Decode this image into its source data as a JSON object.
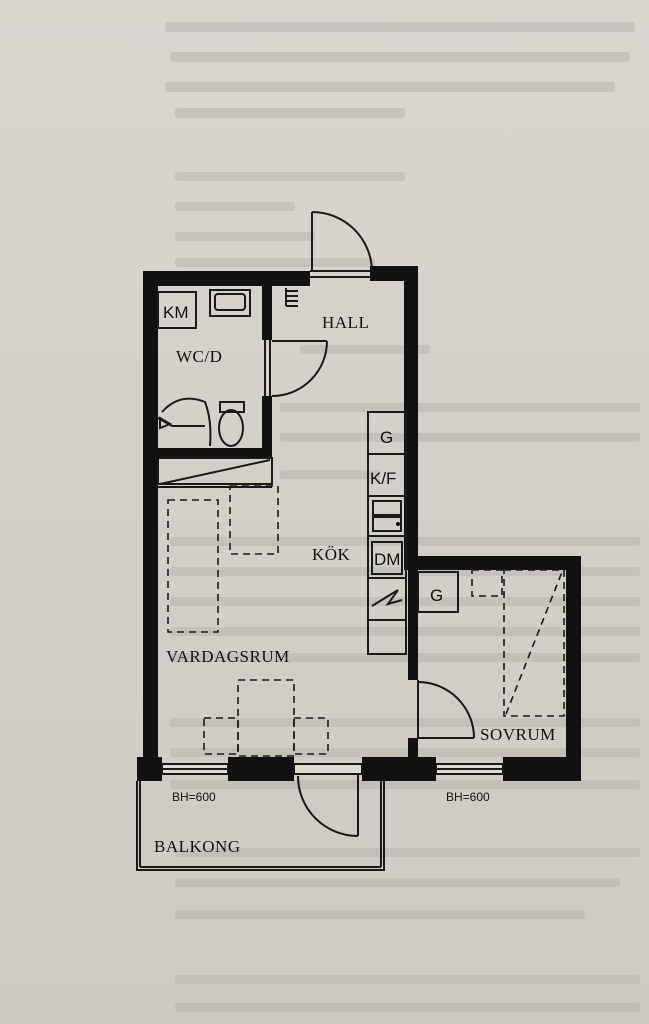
{
  "rooms": {
    "hall": "HALL",
    "wc": "WC/D",
    "kok": "KÖK",
    "vardagsrum": "VARDAGSRUM",
    "sovrum": "SOVRUM",
    "balkong": "BALKONG"
  },
  "appliances": {
    "km": "KM",
    "g_kitchen": "G",
    "kf": "K/F",
    "dm": "DM",
    "g_bedroom": "G"
  },
  "windows": {
    "bh_left": "BH=600",
    "bh_right": "BH=600"
  }
}
